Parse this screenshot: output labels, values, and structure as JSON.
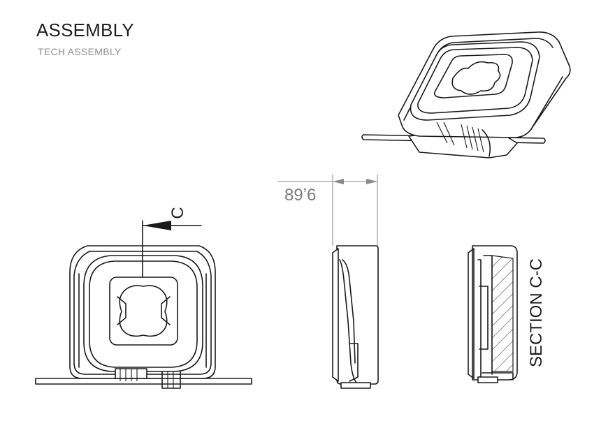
{
  "header": {
    "title": "ASSEMBLY",
    "subtitle": "TECH ASSEMBLY"
  },
  "front_view": {
    "section_marker": "C"
  },
  "side_view": {
    "dimension_text": "89ʼ6"
  },
  "section_view": {
    "label": "SECTION C-C"
  }
}
